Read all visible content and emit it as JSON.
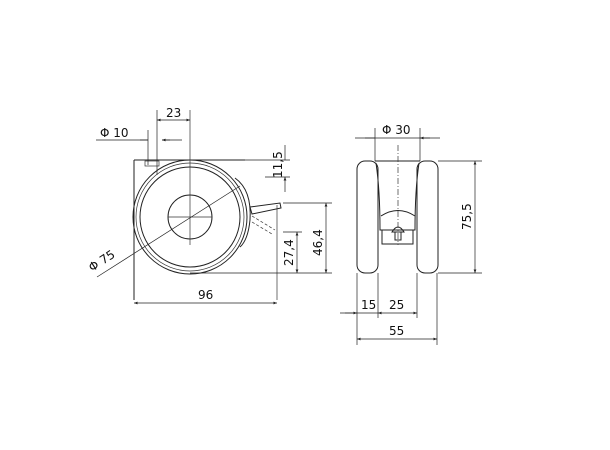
{
  "drawing": {
    "side_view": {
      "dim_stem_diameter": "Φ 10",
      "dim_stem_offset": "23",
      "dim_top_offset": "11,5",
      "dim_wheel_diameter": "Φ 75",
      "dim_overall_length": "96",
      "dim_brake_lower": "27,4",
      "dim_brake_upper": "46,4"
    },
    "front_view": {
      "dim_stem_diameter": "Φ 30",
      "dim_height": "75,5",
      "dim_tire_width": "15",
      "dim_gap": "25",
      "dim_overall_width": "55"
    },
    "colors": {
      "line": "#222222",
      "background": "#ffffff"
    }
  }
}
